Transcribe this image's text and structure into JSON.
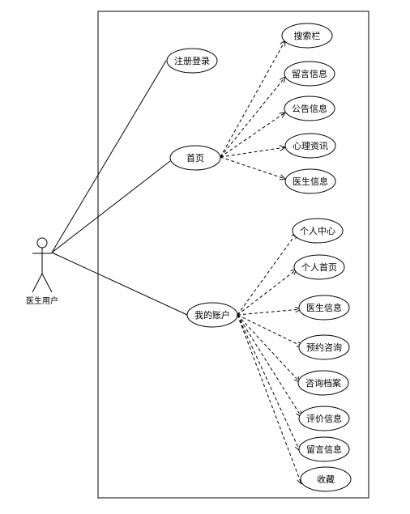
{
  "actor": {
    "label": "医生用户"
  },
  "use_cases": {
    "register_login": "注册登录",
    "home": "首页",
    "my_account": "我的账户",
    "search_bar": "搜索栏",
    "messages_home": "留言信息",
    "announcements": "公告信息",
    "psych_info": "心理资讯",
    "doctor_info_home": "医生信息",
    "personal_center": "个人中心",
    "personal_home": "个人首页",
    "doctor_info_account": "医生信息",
    "appointment": "预约咨询",
    "consult_records": "咨询档案",
    "reviews": "评价信息",
    "messages_account": "留言信息",
    "favorites": "收藏"
  }
}
